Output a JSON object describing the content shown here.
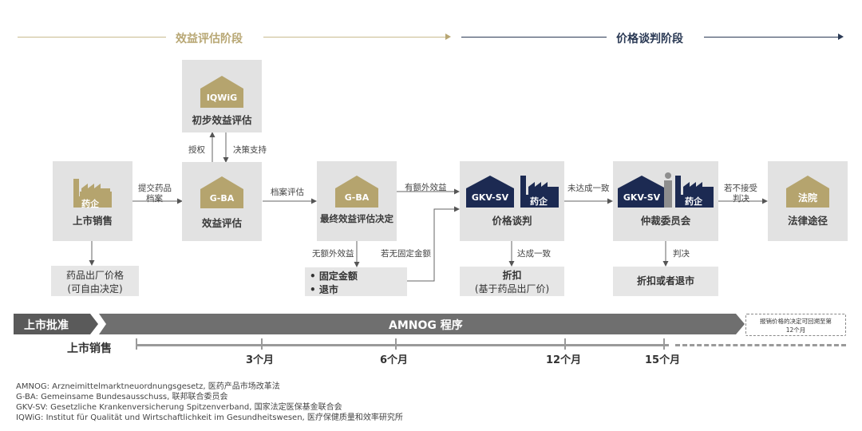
{
  "header": {
    "phase_left": "效益评估阶段",
    "phase_right": "价格谈判阶段"
  },
  "icons": {
    "gold": "#b5a46e",
    "navy": "#1c2a52",
    "box_bg": "#e2e2e2"
  },
  "boxes": {
    "launch": {
      "icon": "药企",
      "label": "上市销售"
    },
    "iqwig": {
      "icon": "IQWiG",
      "label": "初步效益评估"
    },
    "gba": {
      "icon": "G-BA",
      "label": "效益评估"
    },
    "final": {
      "icon": "G-BA",
      "label": "最终效益评估决定"
    },
    "negotiation": {
      "icon_a": "GKV-SV",
      "icon_b": "药企",
      "label": "价格谈判"
    },
    "arbitration": {
      "icon_a": "GKV-SV",
      "icon_b": "药企",
      "label": "仲裁委员会"
    },
    "court": {
      "icon": "法院",
      "label": "法律途径"
    }
  },
  "arrows": {
    "submit_line1": "提交药品",
    "submit_line2": "档案",
    "authorize": "授权",
    "decision_support": "决策支持",
    "dossier_eval": "档案评估",
    "added_benefit": "有额外效益",
    "no_added_benefit": "无额外效益",
    "if_no_fixed": "若无固定金额",
    "no_agreement": "未达成一致",
    "agreement": "达成一致",
    "ruling": "判决",
    "not_accept_line1": "若不接受",
    "not_accept_line2": "判决"
  },
  "outcomes": {
    "price_line1": "药品出厂价格",
    "price_line2": "(可自由决定)",
    "fixed_amount": "固定金额",
    "withdraw": "退市",
    "discount_title": "折扣",
    "discount_sub": "(基于药品出厂价)",
    "arb_result": "折扣或者退市"
  },
  "timeline": {
    "approval": "上市批准",
    "amnog": "AMNOG 程序",
    "review_line1": "报销价格的决定可回溯至第",
    "review_line2": "12个月",
    "sales": "上市销售",
    "ticks": [
      "3个月",
      "6个月",
      "12个月",
      "15个月"
    ]
  },
  "footnotes": [
    "AMNOG: Arzneimittelmarktneuordnungsgesetz, 医药产品市场改革法",
    "G-BA: Gemeinsame Bundesausschuss, 联邦联合委员会",
    "GKV-SV: Gesetzliche Krankenversicherung Spitzenverband, 国家法定医保基金联合会",
    "IQWiG: Institut für Qualität und Wirtschaftlichkeit im Gesundheitswesen, 医疗保健质量和效率研究所"
  ]
}
